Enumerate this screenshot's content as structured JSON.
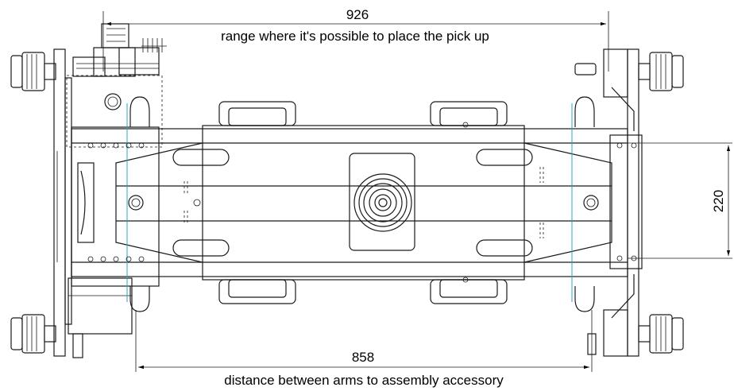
{
  "dimensions": {
    "top_value": "926",
    "top_label": "range where it's possible to place the pick up",
    "bottom_value": "858",
    "bottom_label": "distance between arms to assembly accessory",
    "right_value": "220"
  }
}
